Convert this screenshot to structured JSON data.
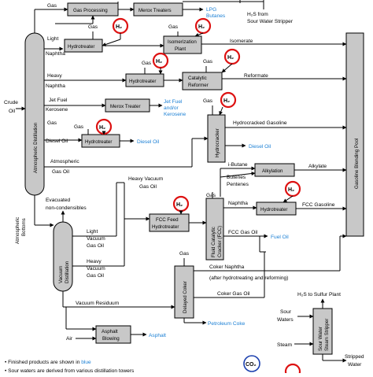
{
  "title_labels": {
    "gas_top": "Gas",
    "gas_processing": "Gas Processing",
    "merox_treaters": "Merox Treaters",
    "lpg_butanes": "LPG\nButanes",
    "h2s_from": "H₂S from",
    "sour_water_stripper": "Sour Water Stripper",
    "light_naphtha": "Light\nNaphtha",
    "hydrotreater": "Hydrotreater",
    "isomerization_plant": "Isomerization\nPlant",
    "isomerate": "Isomerate",
    "heavy_naphtha": "Heavy\nNaphtha",
    "catalytic_reformer": "Catalytic\nReformer",
    "reformate": "Reformate",
    "crude_oil": "Crude\nOil",
    "atmospheric_distillation": "Atmospheric Distillation",
    "jet_fuel_kerosene": "Jet Fuel\nand/or\nKerosene",
    "merox_treater": "Merox Treater",
    "jet_fuel_and_or_kerosene": "Jet Fuel\nand/or\nKerosene",
    "hydrocracker": "Hydrocracker",
    "hydrocracked_gasoline": "Hydrocracked Gasoline",
    "gasoline_blending_pool": "Gasoline Blending Pool",
    "diesel_oil_in": "Diesel Oil",
    "diesel_oil_out": "Diesel Oil",
    "atmospheric_gas_oil": "Atmospheric\nGas Oil",
    "i_butane": "i-Butane",
    "butenes": "Butenes",
    "pentenes": "Pentenes",
    "alkylation": "Alkylation",
    "alkylate": "Alkylate",
    "heavy_vacuum_gas_oil": "Heavy Vacuum\nGas Oil",
    "evacuated": "Evacuated\nnon-condensibles",
    "atmospheric_bottoms": "Atmospheric\nBottoms",
    "fcc_feed_hydrotreater": "FCC Feed\nHydrotreater",
    "fluid_catalytic_cracker": "Fluid Catalytic\nCracker (FCC)",
    "naphtha": "Naphtha",
    "fcc_gasoline": "FCC Gasoline",
    "light_vacuum_gas_oil": "Light\nVacuum\nGas Oil",
    "fcc_gas_oil": "FCC Gas Oil",
    "fuel_oil": "Fuel Oil",
    "vacuum_distillation": "Vacuum\nDistillation",
    "heavy_vacuum": "Heavy\nVacuum\nGas Oil",
    "coker_naphtha": "Coker Naphtha",
    "after_hydrotreating": "(after hydrotreating and reforming)",
    "delayed_coker": "Delayed Coker",
    "coker_gas_oil": "Coker Gas Oil",
    "vacuum_residuum": "Vacuum Residuum",
    "h2s_to_sulfur": "H₂S to Sulfur Plant",
    "sour_waters": "Sour\nWaters",
    "sour_water_steam_stripper": "Sour Water\nSteam Stripper",
    "petroleum_coke": "Petroleum Coke",
    "air": "Air",
    "asphalt_blowing": "Asphalt\nBlowing",
    "asphalt": "Asphalt",
    "steam": "Steam",
    "stripped_water": "Stripped\nWater",
    "note1": "• Finished products are shown in blue",
    "note1_blue": "blue",
    "note2": "• Sour waters are derived from various distillation towers",
    "h2": "H₂",
    "co2": "CO₂",
    "gas": "Gas"
  },
  "colors": {
    "box_fill": "#c8c8c8",
    "product_blue": "#1a7fd4",
    "h2_ring": "#d11111",
    "co2_ring": "#1a3fae"
  }
}
